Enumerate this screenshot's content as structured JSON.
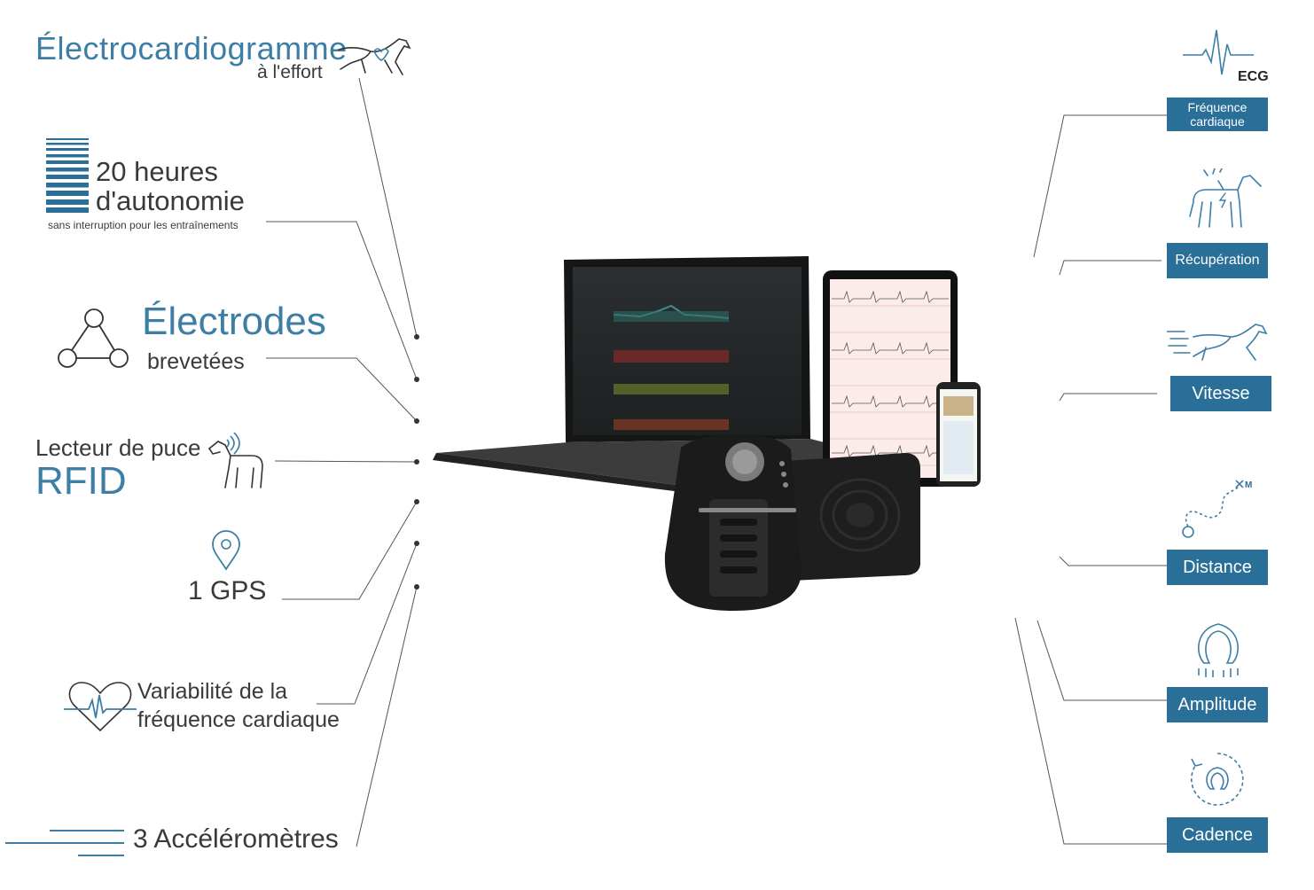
{
  "left": {
    "ecg_title": "Électrocardiogramme",
    "ecg_sub": "à l'effort",
    "autonomy_1": "20 heures",
    "autonomy_2": "d'autonomie",
    "autonomy_sub": "sans interruption pour les entraînements",
    "electrodes_title": "Électrodes",
    "electrodes_sub": "brevetées",
    "rfid_1": "Lecteur de puce",
    "rfid_2": "RFID",
    "gps": "1 GPS",
    "hrv_1": "Variabilité de la",
    "hrv_2": "fréquence cardiaque",
    "accel": "3 Accéléromètres"
  },
  "right": {
    "ecg_label": "ECG",
    "tags": [
      "Fréquence cardiaque",
      "Récupération",
      "Vitesse",
      "Distance",
      "Amplitude",
      "Cadence"
    ]
  },
  "colors": {
    "accent": "#3c7ea6",
    "tag_bg": "#2a6f98",
    "line": "#555555"
  },
  "icons": [
    "running-horse-heart-icon",
    "battery-bars-icon",
    "electrodes-triangle-icon",
    "horse-rfid-icon",
    "gps-pin-icon",
    "heart-pulse-icon",
    "accelerometer-lines-icon",
    "ecg-wave-icon",
    "horse-recovery-icon",
    "galloping-horse-icon",
    "distance-path-icon",
    "horseshoe-icon",
    "cadence-cycle-icon"
  ]
}
